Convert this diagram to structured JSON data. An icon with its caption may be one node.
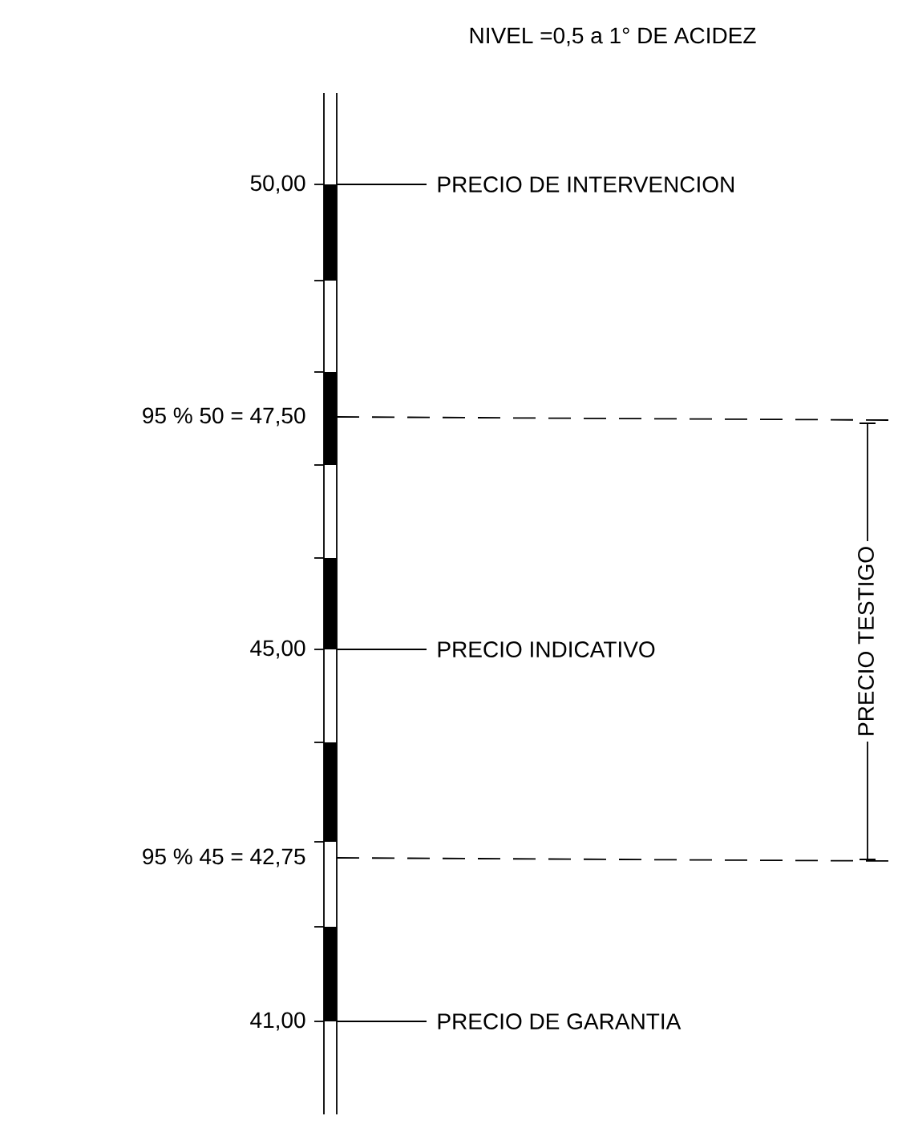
{
  "diagram": {
    "title": "NIVEL =0,5 a 1° DE ACIDEZ",
    "nodes": [
      {
        "text": [
          "PRECIO DE INTERVENCION"
        ]
      },
      {
        "text": [
          "PRECIO INDICATIVO"
        ]
      },
      {
        "text": [
          "PRECIO DE GARANTIA"
        ]
      },
      {
        "text": [],
        "shape": "bar"
      }
    ],
    "edges": [
      {
        "from": 0,
        "to": 3,
        "arrow": "none"
      },
      {
        "from": 1,
        "to": 3,
        "arrow": "none"
      },
      {
        "from": 2,
        "to": 3,
        "arrow": "none"
      }
    ],
    "labels": [
      "50,00",
      "95 % 50 = 47,50",
      "PRECIO TESTIGO",
      "45,00",
      "95 % 45 = 42,75",
      "41,00"
    ]
  }
}
